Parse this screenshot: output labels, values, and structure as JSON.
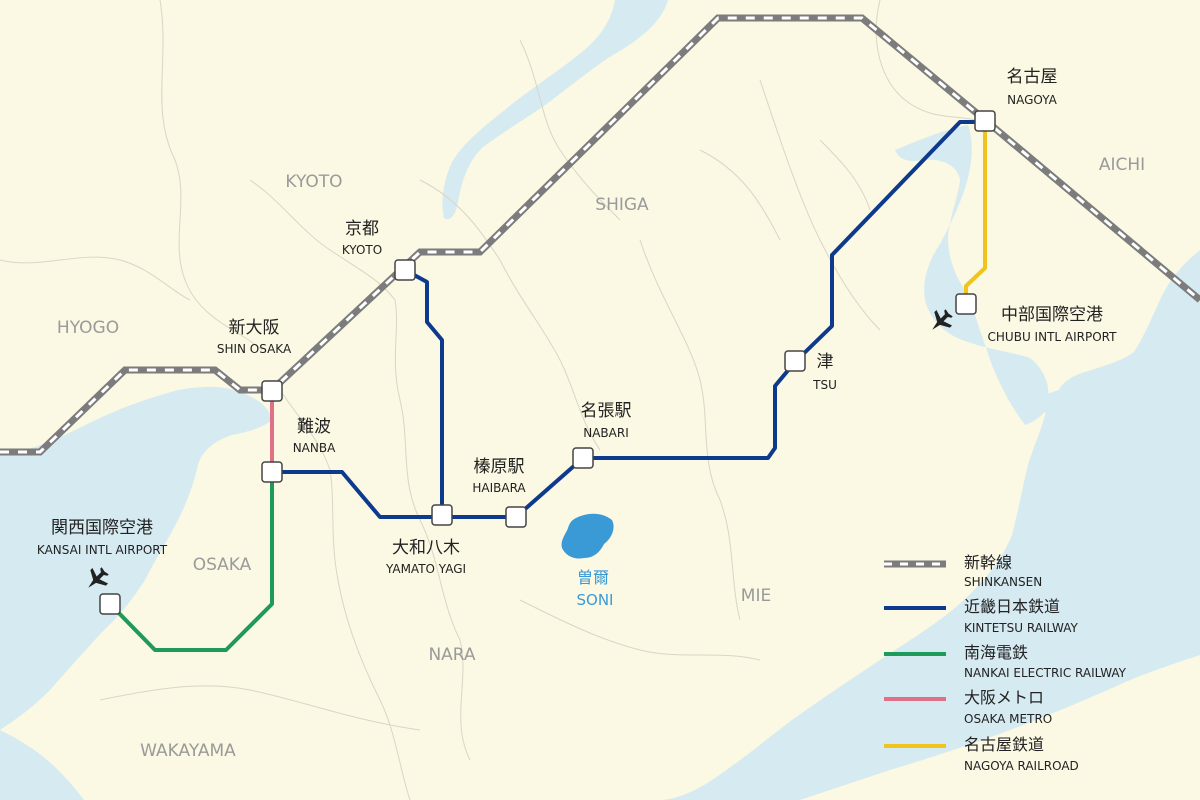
{
  "colors": {
    "land": "#fbf8e3",
    "water": "#d6eaf1",
    "lake": "#3a9ad6",
    "shinkansen": "#7c7c7c",
    "kintetsu": "#0d3a8c",
    "nankai": "#1e9a5a",
    "metro": "#e07088",
    "nagoya_rail": "#f0c41c"
  },
  "prefectures": {
    "hyogo": "HYOGO",
    "kyoto": "KYOTO",
    "shiga": "SHIGA",
    "aichi": "AICHI",
    "osaka": "OSAKA",
    "nara": "NARA",
    "mie": "MIE",
    "wakayama": "WAKAYAMA"
  },
  "stations": {
    "nagoya": {
      "jp": "名古屋",
      "en": "NAGOYA"
    },
    "chubu": {
      "jp": "中部国際空港",
      "en": "CHUBU INTL AIRPORT"
    },
    "kyoto": {
      "jp": "京都",
      "en": "KYOTO"
    },
    "shin_osaka": {
      "jp": "新大阪",
      "en": "SHIN OSAKA"
    },
    "nanba": {
      "jp": "難波",
      "en": "NANBA"
    },
    "kansai": {
      "jp": "関西国際空港",
      "en": "KANSAI INTL AIRPORT"
    },
    "yamato_yagi": {
      "jp": "大和八木",
      "en": "YAMATO YAGI"
    },
    "haibara": {
      "jp": "榛原駅",
      "en": "HAIBARA"
    },
    "nabari": {
      "jp": "名張駅",
      "en": "NABARI"
    },
    "tsu": {
      "jp": "津",
      "en": "TSU"
    }
  },
  "soni": {
    "jp": "曽爾",
    "en": "SONI"
  },
  "legend": [
    {
      "key": "shinkansen",
      "jp": "新幹線",
      "en": "SHINKANSEN"
    },
    {
      "key": "kintetsu",
      "jp": "近畿日本鉄道",
      "en": "KINTETSU RAILWAY"
    },
    {
      "key": "nankai",
      "jp": "南海電鉄",
      "en": "NANKAI ELECTRIC RAILWAY"
    },
    {
      "key": "metro",
      "jp": "大阪メトロ",
      "en": "OSAKA METRO"
    },
    {
      "key": "nagoya_rail",
      "jp": "名古屋鉄道",
      "en": "NAGOYA RAILROAD"
    }
  ],
  "icons": {
    "airport": "airplane-icon"
  }
}
